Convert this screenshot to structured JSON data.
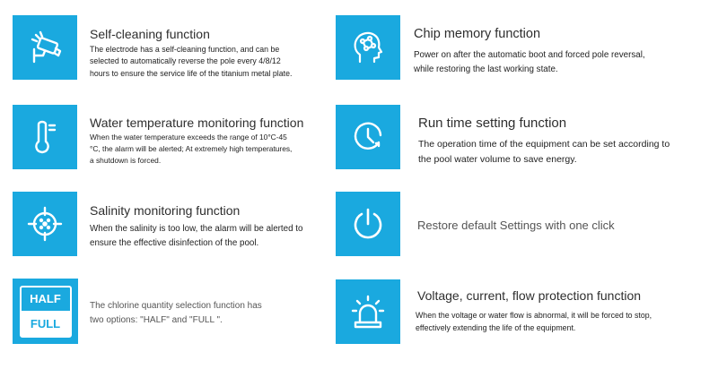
{
  "accent_color": "#1aa9df",
  "features": [
    {
      "icon": "self-cleaning-icon",
      "title": "Self-cleaning function",
      "description": "The electrode has a self-cleaning function, and can be selected to automatically reverse the pole every 4/8/12 hours to ensure the service life of the titanium metal plate."
    },
    {
      "icon": "chip-memory-icon",
      "title": "Chip memory function",
      "description": "Power on after the automatic boot and forced pole reversal, while restoring the last working state."
    },
    {
      "icon": "thermometer-icon",
      "title": "Water temperature monitoring function",
      "description": "When the water temperature exceeds the range of 10°C-45 °C, the alarm will be alerted; At extremely high temperatures, a shutdown is forced."
    },
    {
      "icon": "clock-icon",
      "title": "Run time setting function",
      "description": "The operation time of the equipment can be set according to the pool water volume to save energy."
    },
    {
      "icon": "crosshair-icon",
      "title": "Salinity monitoring function",
      "description": "When the salinity is too low, the alarm will be alerted to ensure the effective disinfection of the pool."
    },
    {
      "icon": "power-icon",
      "title": "Restore default Settings with one click",
      "description": ""
    },
    {
      "icon": "half-full-icon",
      "icon_text": {
        "top": "HALF",
        "bottom": "FULL"
      },
      "title": "",
      "description": "The chlorine quantity selection function has two options: \"HALF\" and \"FULL \"."
    },
    {
      "icon": "alarm-light-icon",
      "title": "Voltage, current, flow protection function",
      "description": "When the voltage or water flow is abnormal, it will be forced to stop, effectively extending the life of the equipment."
    }
  ]
}
